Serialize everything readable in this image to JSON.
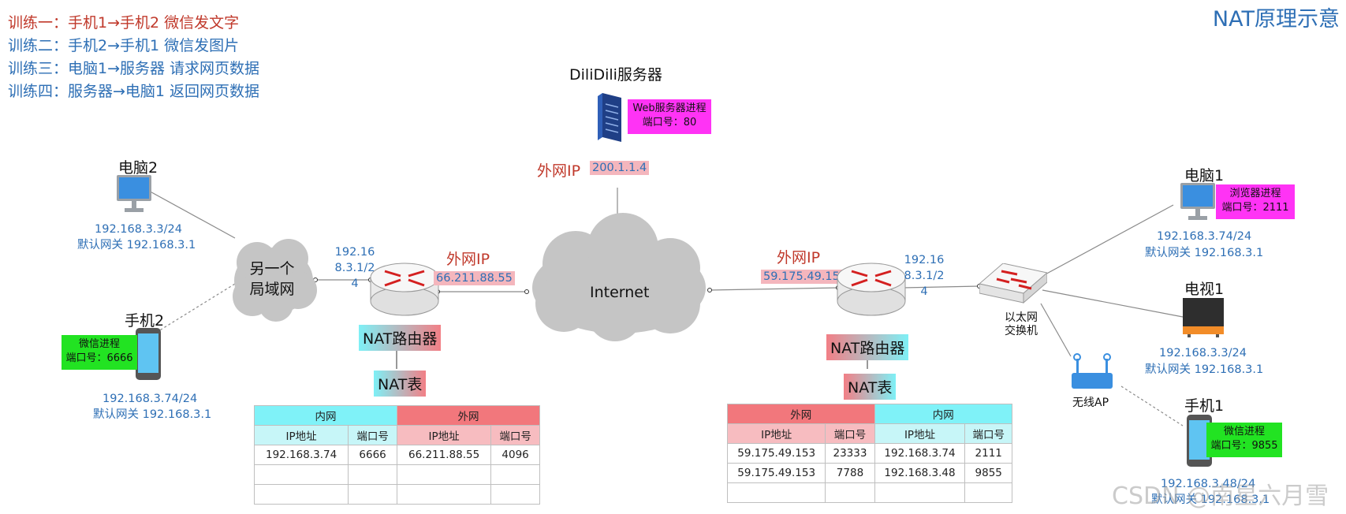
{
  "title": "NAT原理示意",
  "tasks": [
    "训练一：手机1→手机2 微信发文字",
    "训练二：手机2→手机1 微信发图片",
    "训练三：电脑1→服务器 请求网页数据",
    "训练四：服务器→电脑1 返回网页数据"
  ],
  "server": {
    "name": "DiliDili服务器",
    "process": "Web服务器进程",
    "port": "端口号：80",
    "wan_label": "外网IP",
    "wan_ip": "200.1.1.4"
  },
  "internet": "Internet",
  "left_lan": {
    "cloud": "另一个局域网",
    "pc2": {
      "name": "电脑2",
      "ip": "192.168.3.3/24",
      "gw": "默认网关 192.168.3.1"
    },
    "phone2": {
      "name": "手机2",
      "process": "微信进程",
      "port": "端口号：6666",
      "ip": "192.168.3.74/24",
      "gw": "默认网关 192.168.3.1"
    },
    "router": {
      "lan_ip": "192.168.3.1/24",
      "wan_label": "外网IP",
      "wan_ip": "66.211.88.55",
      "name": "NAT路由器",
      "table_label": "NAT表"
    },
    "table": {
      "group_lan": "内网",
      "group_wan": "外网",
      "headers": [
        "IP地址",
        "端口号",
        "IP地址",
        "端口号"
      ],
      "rows": [
        [
          "192.168.3.74",
          "6666",
          "66.211.88.55",
          "4096"
        ],
        [
          "",
          "",
          "",
          ""
        ],
        [
          "",
          "",
          "",
          ""
        ]
      ]
    }
  },
  "right_lan": {
    "router": {
      "wan_label": "外网IP",
      "wan_ip": "59.175.49.153",
      "lan_ip": "192.168.3.1/24",
      "name": "NAT路由器",
      "table_label": "NAT表"
    },
    "switch": "以太网交换机",
    "ap": "无线AP",
    "pc1": {
      "name": "电脑1",
      "process": "浏览器进程",
      "port": "端口号：2111",
      "ip": "192.168.3.74/24",
      "gw": "默认网关 192.168.3.1"
    },
    "tv1": {
      "name": "电视1",
      "ip": "192.168.3.3/24",
      "gw": "默认网关 192.168.3.1"
    },
    "phone1": {
      "name": "手机1",
      "process": "微信进程",
      "port": "端口号：9855",
      "ip": "192.168.3.48/24",
      "gw": "默认网关 192.168.3.1"
    },
    "table": {
      "group_wan": "外网",
      "group_lan": "内网",
      "headers": [
        "IP地址",
        "端口号",
        "IP地址",
        "端口号"
      ],
      "rows": [
        [
          "59.175.49.153",
          "23333",
          "192.168.3.74",
          "2111"
        ],
        [
          "59.175.49.153",
          "7788",
          "192.168.3.48",
          "9855"
        ],
        [
          "",
          "",
          "",
          ""
        ]
      ]
    }
  },
  "watermark": "CSDN @南星六月雪"
}
